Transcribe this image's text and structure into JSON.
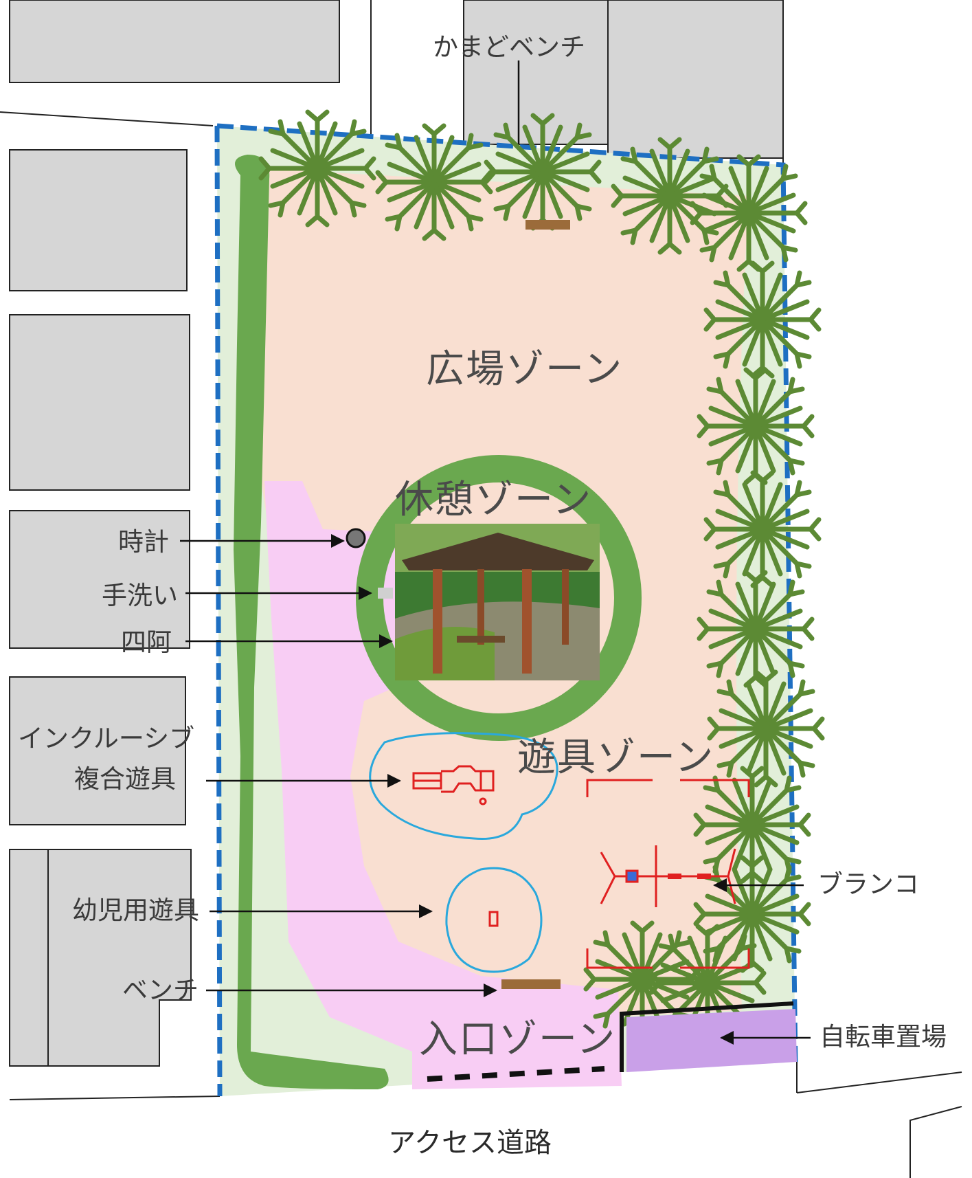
{
  "labels": {
    "kamado_bench": "かまどベンチ",
    "clock": "時計",
    "handwash": "手洗い",
    "azumaya": "四阿",
    "inclusive_line1": "インクルーシブ",
    "inclusive_line2": "複合遊具",
    "toddler_play": "幼児用遊具",
    "bench": "ベンチ",
    "swing": "ブランコ",
    "bicycle_parking": "自転車置場"
  },
  "zones": {
    "plaza": "広場ゾーン",
    "rest": "休憩ゾーン",
    "play": "遊具ゾーン",
    "entrance": "入口ゾーン"
  },
  "road": "アクセス道路",
  "colors": {
    "building": "#d6d6d6",
    "plaza_ground": "#f9dfd1",
    "path": "#f8cdf4",
    "planting_light": "#e2efd9",
    "hedge": "#6aa84f",
    "tree": "#5c8a34",
    "boundary": "#1e6fc2",
    "play_outline": "#2aa8dc",
    "equipment": "#e02020",
    "bench": "#9b6b3a",
    "bicycle_area": "#c9a0e8"
  },
  "icons": [
    "tree-icon",
    "clock-icon",
    "handwash-icon",
    "gazebo-photo",
    "arrow-icon"
  ]
}
